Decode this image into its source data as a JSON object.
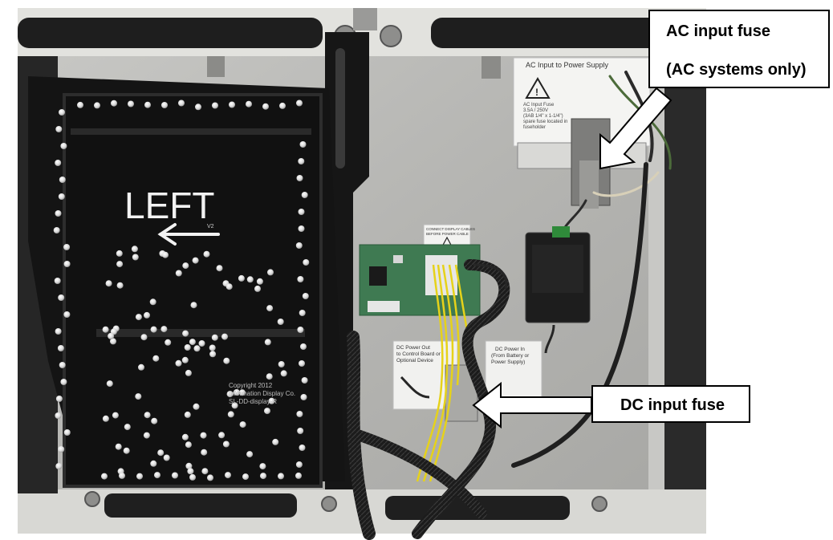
{
  "photo": {
    "sign_lettering": {
      "main_word": "LEFT",
      "revision": "V2",
      "copyright": [
        "Copyright 2012",
        "Information Display Co.",
        "SL-DD-display-R"
      ]
    },
    "labels": {
      "ac_panel_title": "AC Input to Power Supply",
      "ac_fuse_note": [
        "AC Input Fuse",
        "3.5A / 250V",
        "(3AB 1/4\" x 1-1/4\")",
        "spare fuse located in",
        "fuseholder"
      ],
      "connect_cables": [
        "CONNECT DISPLAY CABLES",
        "BEFORE POWER CABLE"
      ],
      "dc_power_out": [
        "DC Power Out",
        "to Control Board or",
        "Optional Device"
      ],
      "dc_power_in": [
        "DC Power In",
        "(From Battery or",
        "Power Supply)"
      ]
    },
    "colors": {
      "cabinet_gray": "#b9b9b6",
      "display_board": "#141414",
      "led_white": "#e8e8e8",
      "pcb_green": "#3f7a52",
      "wire_yellow": "#e6d21a",
      "braided_cable": "#1e1e1e"
    }
  },
  "callouts": {
    "ac": {
      "line1": "AC input fuse",
      "line2": "(AC systems only)"
    },
    "dc": {
      "text": "DC input fuse"
    }
  }
}
